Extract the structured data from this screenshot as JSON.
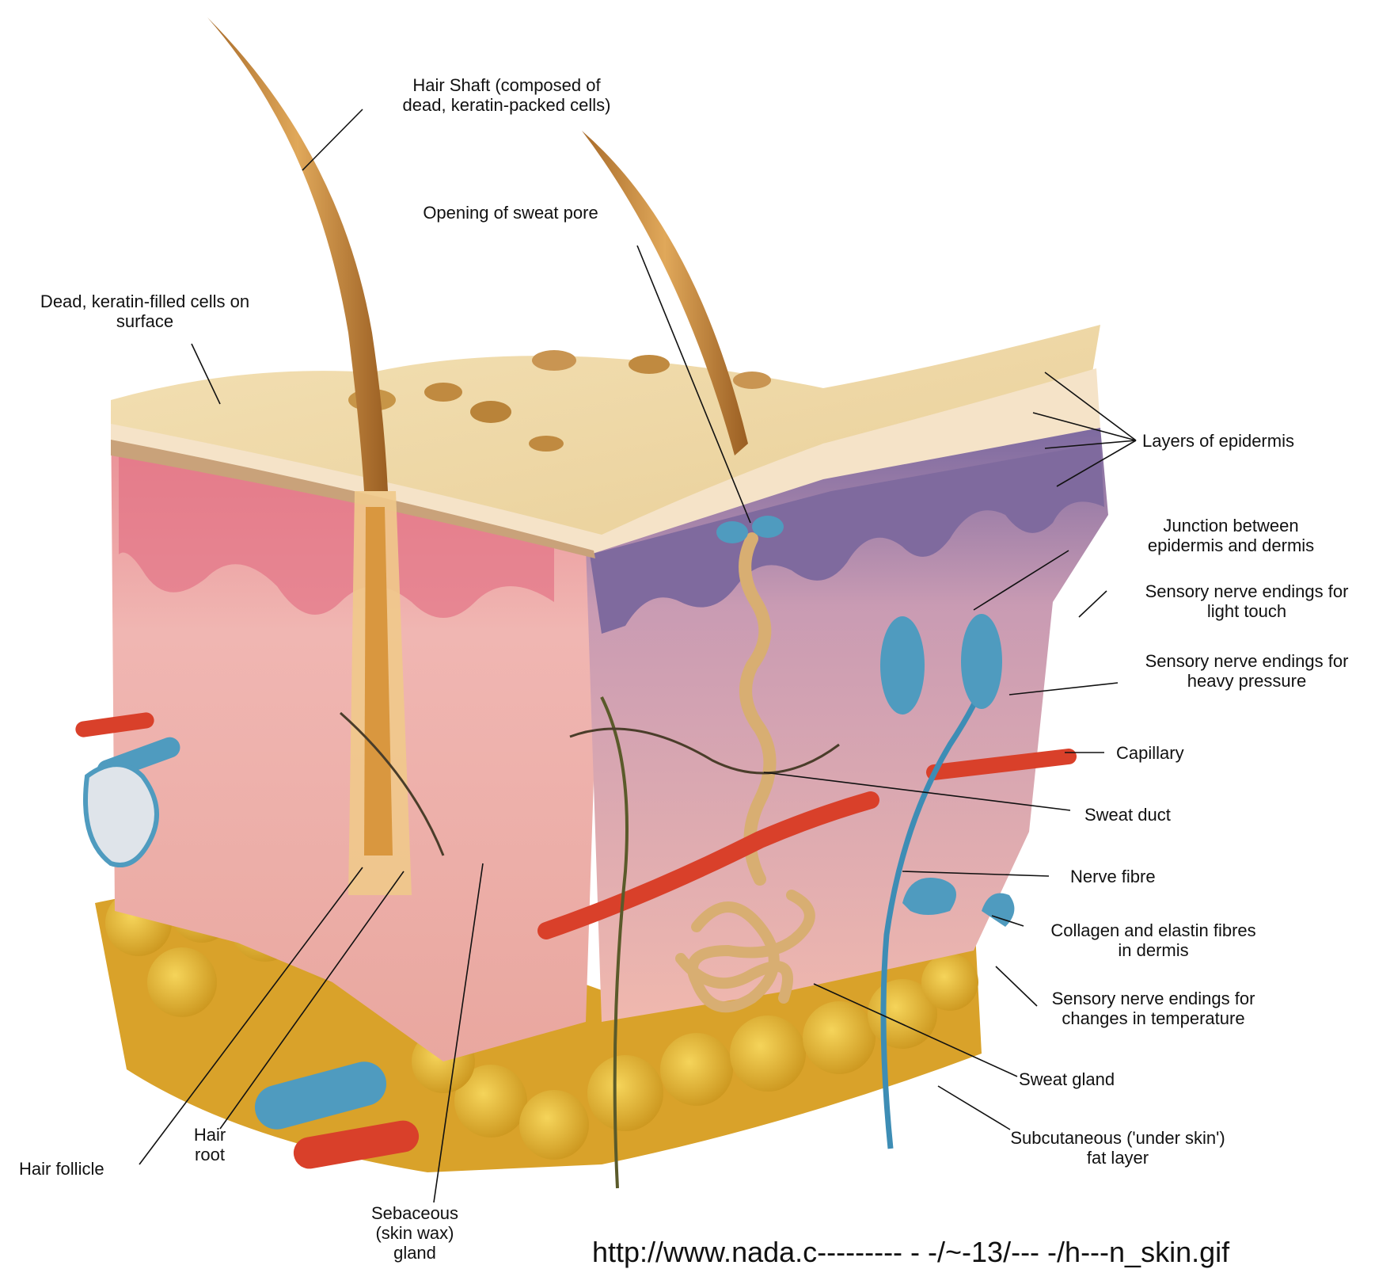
{
  "diagram": {
    "colors": {
      "epidermis_top": "#f1dba8",
      "epidermis_layer": "#dd7f8f",
      "dermis": "#eeb0ae",
      "dermis_purple": "#8f6f9f",
      "fat": "#e7b52a",
      "hair": "#c98a3a",
      "artery": "#d9402a",
      "vein": "#4f9bbf",
      "nerve": "#4a8fb0",
      "leader": "#111111"
    },
    "labels": {
      "hair_shaft": [
        "Hair Shaft (composed of",
        "dead, keratin-packed cells)"
      ],
      "sweat_pore": [
        "Opening of sweat pore"
      ],
      "dead_cells": [
        "Dead, keratin-filled cells on",
        "surface"
      ],
      "layers_epidermis": [
        "Layers of epidermis"
      ],
      "junction": [
        "Junction between",
        "epidermis and dermis"
      ],
      "light_touch": [
        "Sensory nerve endings for",
        "light touch"
      ],
      "heavy_pressure": [
        "Sensory nerve endings for",
        "heavy pressure"
      ],
      "capillary": [
        "Capillary"
      ],
      "sweat_duct": [
        "Sweat duct"
      ],
      "nerve_fibre": [
        "Nerve fibre"
      ],
      "collagen": [
        "Collagen and elastin fibres",
        "in dermis"
      ],
      "temperature": [
        "Sensory nerve endings for",
        "changes in temperature"
      ],
      "sweat_gland": [
        "Sweat gland"
      ],
      "subcutaneous": [
        "Subcutaneous ('under skin')",
        "fat layer"
      ],
      "hair_follicle": [
        "Hair follicle"
      ],
      "hair_root": [
        "Hair",
        "root"
      ],
      "sebaceous": [
        "Sebaceous",
        "(skin wax)",
        "gland"
      ]
    },
    "source_url": "http://www.nada.c--------- - -/~-13/--- -/h---n_skin.gif"
  }
}
